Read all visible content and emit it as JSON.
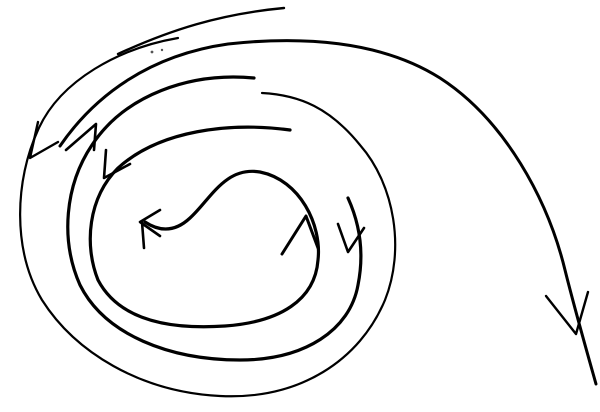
{
  "diagram": {
    "kind": "hand-drawn spiral with direction arrows",
    "ink_color": "#000000",
    "paper_color": "#ffffff",
    "curves": [
      {
        "name": "outer-ring-curve"
      },
      {
        "name": "middle-ring-curve"
      },
      {
        "name": "inner-ring-curve"
      },
      {
        "name": "outward-sweep-curve"
      },
      {
        "name": "top-lead-in-curve"
      }
    ],
    "arrowheads": [
      {
        "name": "outer-left-arrowhead-icon",
        "points": "down-left"
      },
      {
        "name": "upper-left-arrowhead-icon",
        "points": "up-right"
      },
      {
        "name": "middle-left-arrowhead-icon",
        "points": "down-left"
      },
      {
        "name": "center-arrowhead-icon",
        "points": "left"
      },
      {
        "name": "inner-right-arrowhead-icon",
        "points": "up"
      },
      {
        "name": "right-ring-arrowhead-icon",
        "points": "down"
      },
      {
        "name": "tail-arrowhead-icon",
        "points": "down"
      }
    ]
  }
}
